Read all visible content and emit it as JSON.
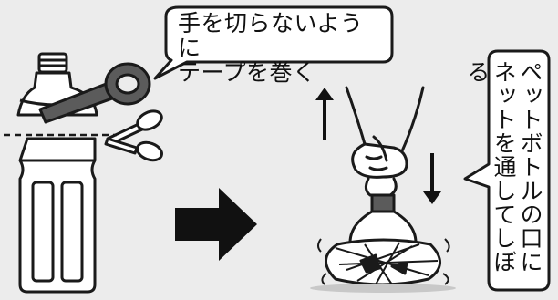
{
  "diagram": {
    "callout_top": {
      "line1": "手を切らないように",
      "line2": "テープを巻く"
    },
    "callout_right": {
      "line1": "ペットボトルの口に",
      "line2": "ネットを通してしぼる"
    },
    "colors": {
      "background": "#ececec",
      "outline": "#1a1a1a",
      "fill_white": "#ffffff",
      "tape": "#5b5b5b",
      "arrow": "#111111"
    },
    "icons": [
      "bottle-top-icon",
      "tape-roll-icon",
      "scissors-icon",
      "cut-line",
      "bottle-bottom-icon",
      "right-arrow-icon",
      "hand-icon",
      "net-bag-icon",
      "up-arrow-icon",
      "down-arrow-icon"
    ]
  }
}
